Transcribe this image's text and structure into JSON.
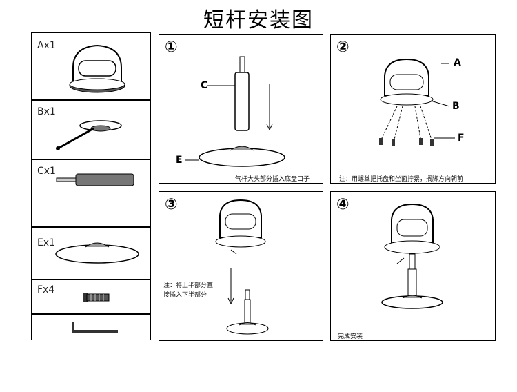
{
  "title": "短杆安装图",
  "parts": [
    {
      "label": "Ax1",
      "icon": "chair-seat-icon"
    },
    {
      "label": "Bx1",
      "icon": "tray-with-lever-icon"
    },
    {
      "label": "Cx1",
      "icon": "gas-lift-rod-icon"
    },
    {
      "label": "Ex1",
      "icon": "round-base-icon"
    },
    {
      "label": "Fx4",
      "icon": "screw-icon"
    },
    {
      "label": "",
      "icon": "allen-key-icon"
    }
  ],
  "steps": [
    {
      "number": "①",
      "note": "气杆大头部分插入底盘口子",
      "callouts": [
        "C",
        "E"
      ]
    },
    {
      "number": "②",
      "note": "注：用螺丝把托盘和坐面拧紧，搁脚方向朝前",
      "callouts": [
        "A",
        "B",
        "F"
      ]
    },
    {
      "number": "③",
      "note_lines": [
        "注：将上半部分直",
        "接插入下半部分"
      ]
    },
    {
      "number": "④",
      "note": "完成安装"
    }
  ]
}
